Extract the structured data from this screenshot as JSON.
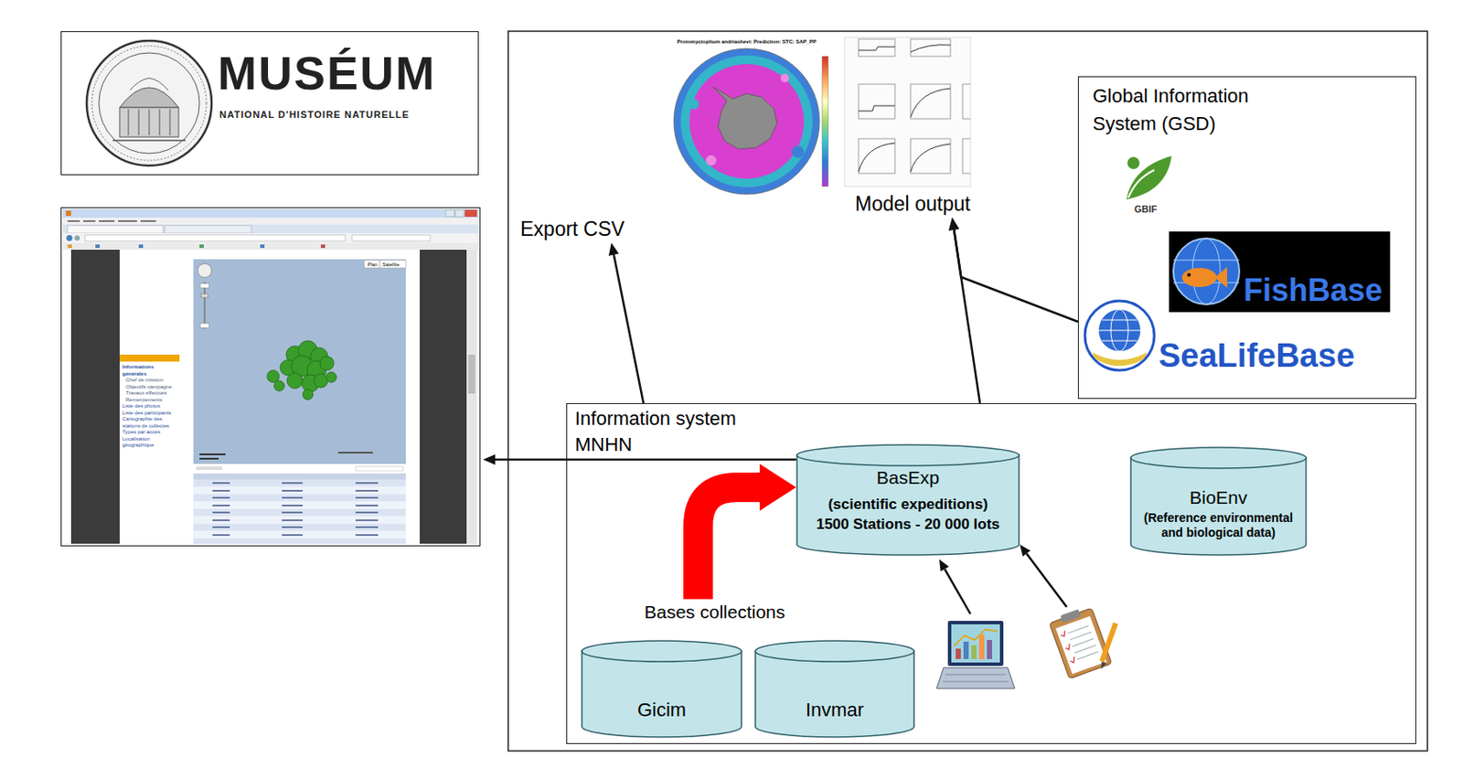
{
  "diagram": {
    "nodes": [
      {
        "text": [
          "MUSÉUM",
          "NATIONAL D'HISTOIRE NATURELLE"
        ]
      },
      {
        "text": [
          "Plan",
          "Satellite",
          "Informations générales",
          "Chef de mission",
          "Objectifs campagne",
          "Travaux effectués",
          "Remerciements",
          "Liste des photos",
          "Liste des participants",
          "Cartographie des stations de collectes",
          "Types par accès",
          "Localisation géographique"
        ]
      },
      {
        "text": [
          "Export CSV"
        ]
      },
      {
        "text": [
          "Model output"
        ]
      },
      {
        "text": [
          "Global Information System (GSD)",
          "GBIF",
          "FishBase",
          "SeaLifeBase"
        ]
      },
      {
        "text": [
          "Information system MNHN"
        ]
      },
      {
        "text": [
          "BasExp",
          "(scientific expeditions)",
          "1500 Stations - 20 000 lots"
        ],
        "in": 5
      },
      {
        "text": [
          "BioEnv",
          "(Reference environmental and biological data)"
        ],
        "in": 5
      },
      {
        "text": [
          "Bases collections"
        ],
        "in": 5
      },
      {
        "text": [
          "Gicim"
        ],
        "in": 5
      },
      {
        "text": [
          "Invmar"
        ],
        "in": 5
      }
    ],
    "edges": [
      {
        "from": 5,
        "to": 2,
        "arrow": "to"
      },
      {
        "from": 5,
        "to": 3,
        "arrow": "to"
      },
      {
        "from": 4,
        "to": 3,
        "arrow": "to"
      },
      {
        "from": 6,
        "to": 1,
        "arrow": "to"
      },
      {
        "from": 8,
        "to": 6,
        "arrow": "to"
      }
    ],
    "labels": [
      "Protomyctophum andriashevi: Prediction: STC: SAP_PP"
    ]
  }
}
